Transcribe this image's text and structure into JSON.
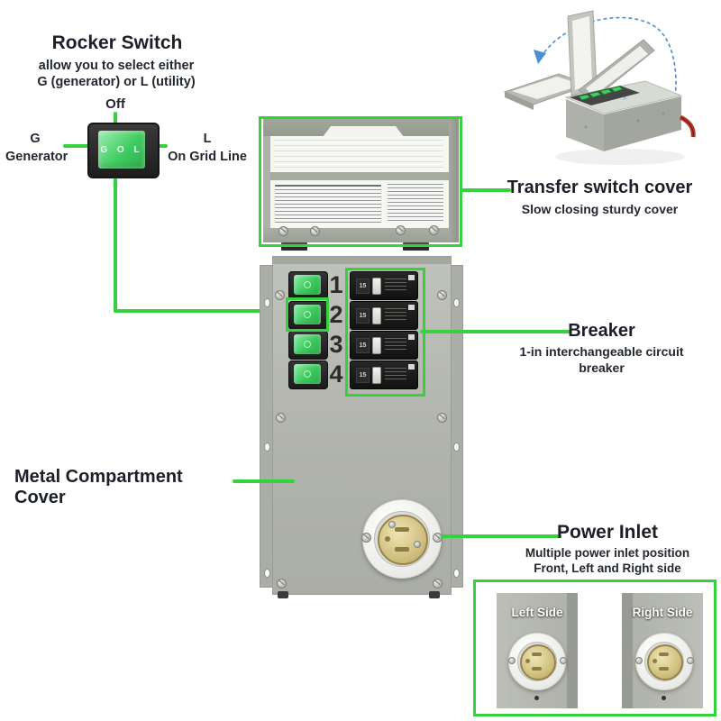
{
  "colors": {
    "accent_green": "#35d23e",
    "arrow_blue": "#4a8fd4"
  },
  "rocker_section": {
    "title": "Rocker Switch",
    "subtitle_line1": "allow you to select either",
    "subtitle_line2": "G (generator) or L (utility)",
    "off_label": "Off",
    "generator_label_letter": "G",
    "generator_label_text": "Generator",
    "grid_label_letter": "L",
    "grid_label_text": "On Grid Line",
    "rocker_markings": "G O L"
  },
  "transfer_cover_section": {
    "title": "Transfer switch cover",
    "subtitle": "Slow closing sturdy cover"
  },
  "breaker_section": {
    "title": "Breaker",
    "subtitle_line1": "1-in interchangeable circuit",
    "subtitle_line2": "breaker"
  },
  "metal_cover_section": {
    "label": "Metal Compartment Cover"
  },
  "power_inlet_section": {
    "title": "Power Inlet",
    "subtitle_line1": "Multiple power inlet position",
    "subtitle_line2": "Front, Left and Right side",
    "views": [
      {
        "label": "Left Side"
      },
      {
        "label": "Right Side"
      }
    ]
  },
  "panel": {
    "circuit_numbers": [
      "1",
      "2",
      "3",
      "4"
    ],
    "breaker_amp": "15"
  }
}
